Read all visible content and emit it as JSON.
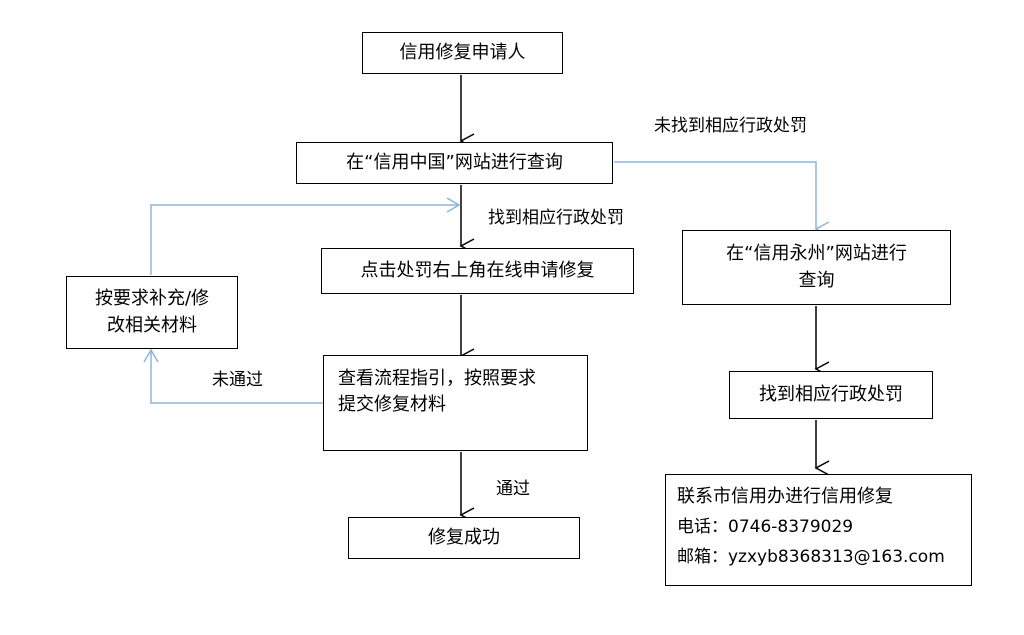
{
  "nodes": {
    "applicant": "信用修复申请人",
    "query_xinyong_china": "在“信用中国”网站进行查询",
    "click_repair": "点击处罚右上角在线申请修复",
    "view_guide_line1": "查看流程指引，按照要求",
    "view_guide_line2": "提交修复材料",
    "success": "修复成功",
    "supplement_line1": "按要求补充/修",
    "supplement_line2": "改相关材料",
    "query_yongzhou_line1": "在“信用永州”网站进行",
    "query_yongzhou_line2": "查询",
    "found_penalty_right": "找到相应行政处罚",
    "contact_title": "联系市信用办进行信用修复",
    "contact_phone": "电话：0746-8379029",
    "contact_email": "邮箱：yzxyb8368313@163.com"
  },
  "labels": {
    "not_found": "未找到相应行政处罚",
    "found": "找到相应行政处罚",
    "not_passed": "未通过",
    "passed": "通过"
  },
  "colors": {
    "main_arrow": "#000000",
    "branch_arrow": "#8eb6d8"
  }
}
